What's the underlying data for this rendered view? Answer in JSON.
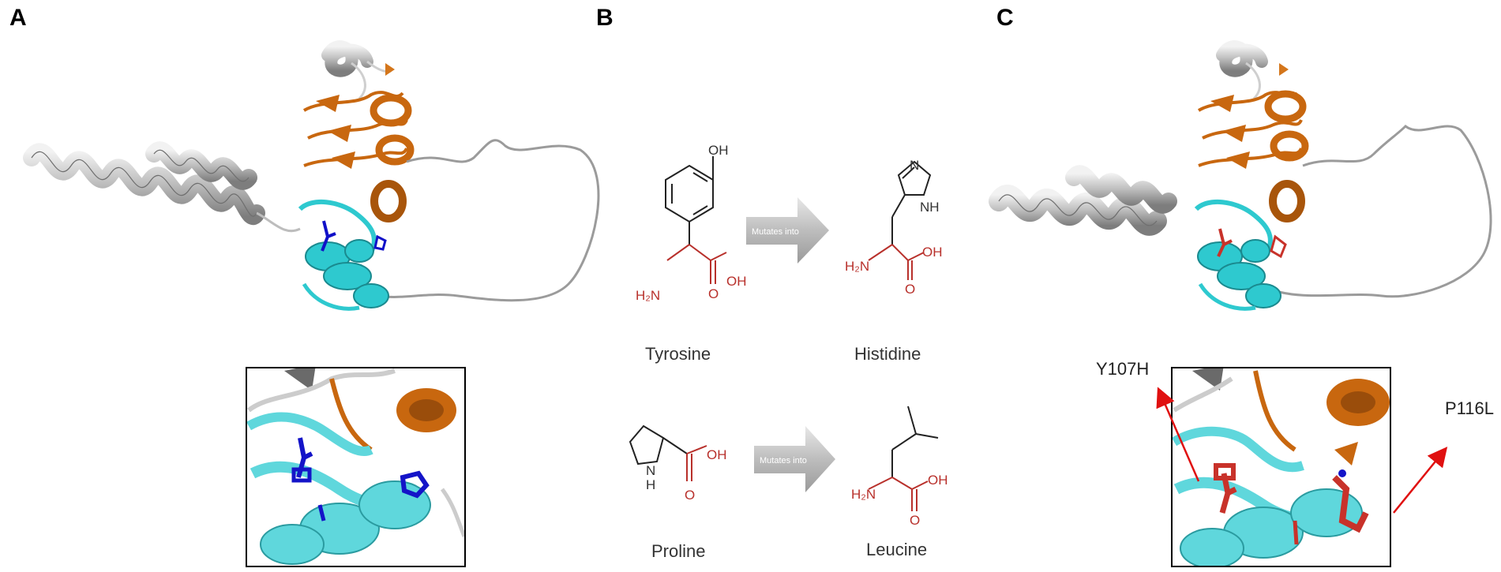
{
  "panels": {
    "a": "A",
    "b": "B",
    "c": "C"
  },
  "amino_acids": {
    "tyrosine": "Tyrosine",
    "histidine": "Histidine",
    "proline": "Proline",
    "leucine": "Leucine"
  },
  "arrow_label": "Mutates into",
  "atoms": {
    "oh": "OH",
    "n": "N",
    "nh": "NH",
    "h": "H",
    "o": "O",
    "h2n": "H₂N"
  },
  "mutations": {
    "first": "Y107H",
    "second": "P116L"
  },
  "colors": {
    "helix_grey": "#bfbfbf",
    "orange": "#c8670f",
    "cyan": "#2ec9cf",
    "blue_residue": "#1010c8",
    "red_residue": "#c8322a",
    "amino_red": "#b8302b"
  }
}
